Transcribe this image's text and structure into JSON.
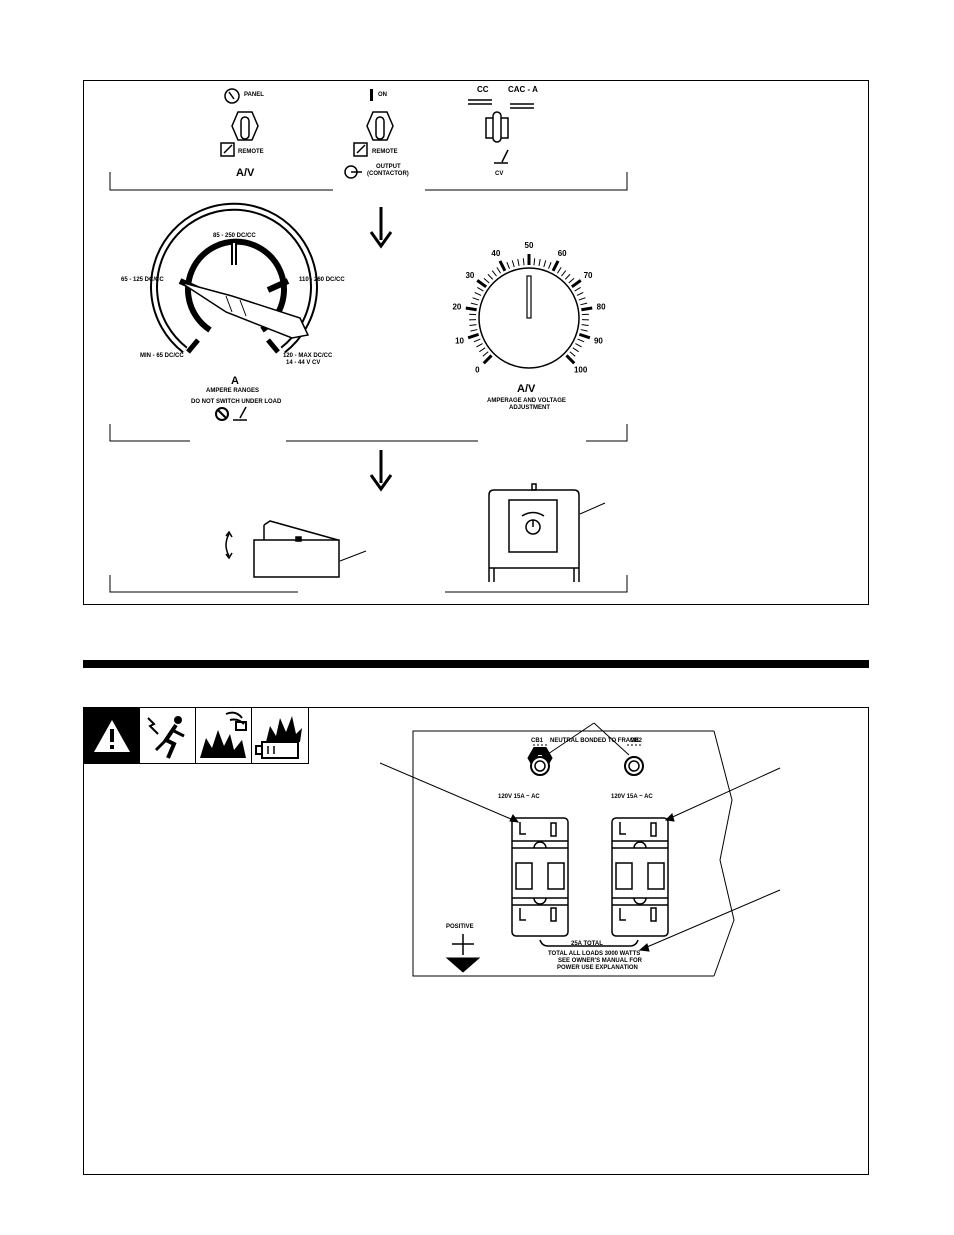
{
  "controls_figure": {
    "switch_av": {
      "panel_label": "PANEL",
      "remote_label": "REMOTE",
      "caption": "A/V"
    },
    "switch_contactor": {
      "on_label": "ON",
      "remote_label": "REMOTE",
      "output_label": "OUTPUT",
      "contactor_label": "(CONTACTOR)"
    },
    "switch_process": {
      "cc_label": "CC",
      "cac_label": "CAC - A",
      "cv_label": "CV"
    },
    "range_switch": {
      "ranges": [
        "MIN - 65 DC/CC",
        "65 - 125 DC/CC",
        "85 - 250 DC/CC",
        "110 - 260 DC/CC",
        "120 - MAX DC/CC",
        "14 - 44 V CV"
      ],
      "marker": "A",
      "title": "AMPERE RANGES",
      "warning": "DO NOT SWITCH UNDER LOAD"
    },
    "adjust_dial": {
      "scale": [
        "0",
        "10",
        "20",
        "30",
        "40",
        "50",
        "60",
        "70",
        "80",
        "90",
        "100"
      ],
      "caption": "A/V",
      "sublabel1": "AMPERAGE AND VOLTAGE",
      "sublabel2": "ADJUSTMENT"
    }
  },
  "receptacle_figure": {
    "warning_icons": [
      "warning-triangle-icon",
      "electric-shock-icon",
      "explosion-icon",
      "fire-hazard-icon"
    ],
    "cb1": "CB1",
    "cb2": "CB2",
    "neutral_label": "NEUTRAL BONDED TO FRAME",
    "rating_left": "120V 15A",
    "rating_right": "120V 15A",
    "rating_suffix": "AC",
    "total_label": "25A TOTAL",
    "total_note1": "TOTAL ALL LOADS 3000 WATTS",
    "total_note2": "SEE OWNER'S MANUAL FOR",
    "total_note3": "POWER USE EXPLANATION",
    "positive_label": "POSITIVE"
  },
  "colors": {
    "ink": "#000000",
    "paper": "#ffffff"
  }
}
